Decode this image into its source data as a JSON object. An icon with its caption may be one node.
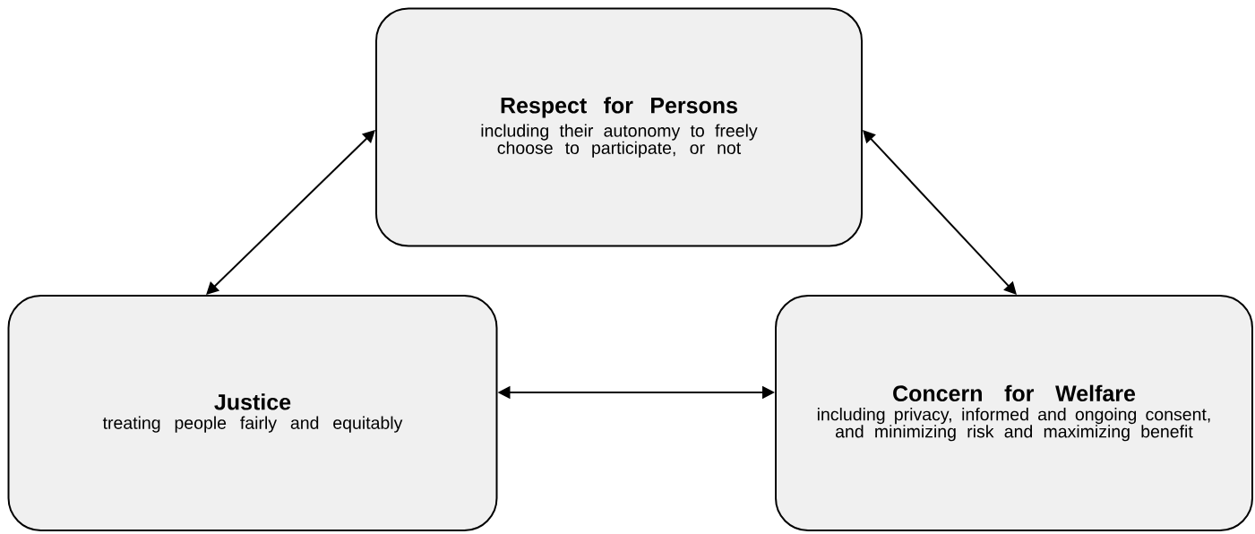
{
  "diagram": {
    "nodes": [
      {
        "text": [
          "Respect for Persons",
          "including their autonomy to freely choose to participate, or not"
        ]
      },
      {
        "text": [
          "Justice",
          "treating people fairly and equitably"
        ]
      },
      {
        "text": [
          "Concern for Welfare",
          "including privacy, informed and ongoing consent, and minimizing risk and maximizing benefit"
        ]
      }
    ],
    "edges": [
      {
        "from": 1,
        "to": 0,
        "arrow": "both"
      },
      {
        "from": 0,
        "to": 2,
        "arrow": "both"
      },
      {
        "from": 1,
        "to": 2,
        "arrow": "both"
      }
    ]
  }
}
